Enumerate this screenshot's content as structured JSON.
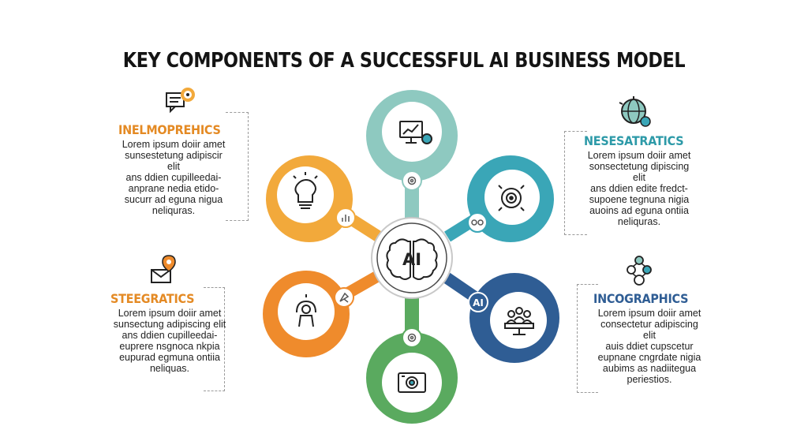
{
  "title": "KEY COMPONENTS OF A SUCCESSFUL AI BUSINESS MODEL",
  "hub": {
    "label": "AI"
  },
  "node_badge_ai": "AI",
  "colors": {
    "teal": "#8ec9c0",
    "orange_light": "#f2a93b",
    "cyan": "#3aa6b7",
    "orange": "#ef8b2c",
    "navy": "#2f5d94",
    "green": "#5aaa5f",
    "dark": "#222222"
  },
  "panels": {
    "top_left": {
      "title": "INELMOPREHICS",
      "body": "Lorem ipsum doiir amet\nsunsestetung adipiscir elit\nans ddien cupilleedai-\nanprane nedia etido-\nsucurr ad eguna nigua\nneliquras.",
      "color": "#e48a24"
    },
    "bottom_left": {
      "title": "STEEGRATICS",
      "body": "Lorem ipsum doiir amet\nsunsectung adipiscing elit\nans ddien cupilleedai-\neuprere nsgnoca nkpia\neupurad egmuna ontiia\nneliquas.",
      "color": "#e48a24"
    },
    "top_right": {
      "title": "NESESATRATICS",
      "body": "Lorem ipsum doiir amet\nsonsectetung dipiscing elit\nans ddien edite fredct-\nsupoene tegnuna nigia\nauoins ad eguna ontiia\nneliquras.",
      "color": "#2d9aa8"
    },
    "bottom_right": {
      "title": "INCOGRAPHICS",
      "body": "Lorem ipsum doiir amet\nconsectetur adipiscing elit\nauis ddiet cupscetur\neupnane cngrdate nigia\naubims as nadiitegua\nperiestios.",
      "color": "#2f5d94"
    }
  }
}
